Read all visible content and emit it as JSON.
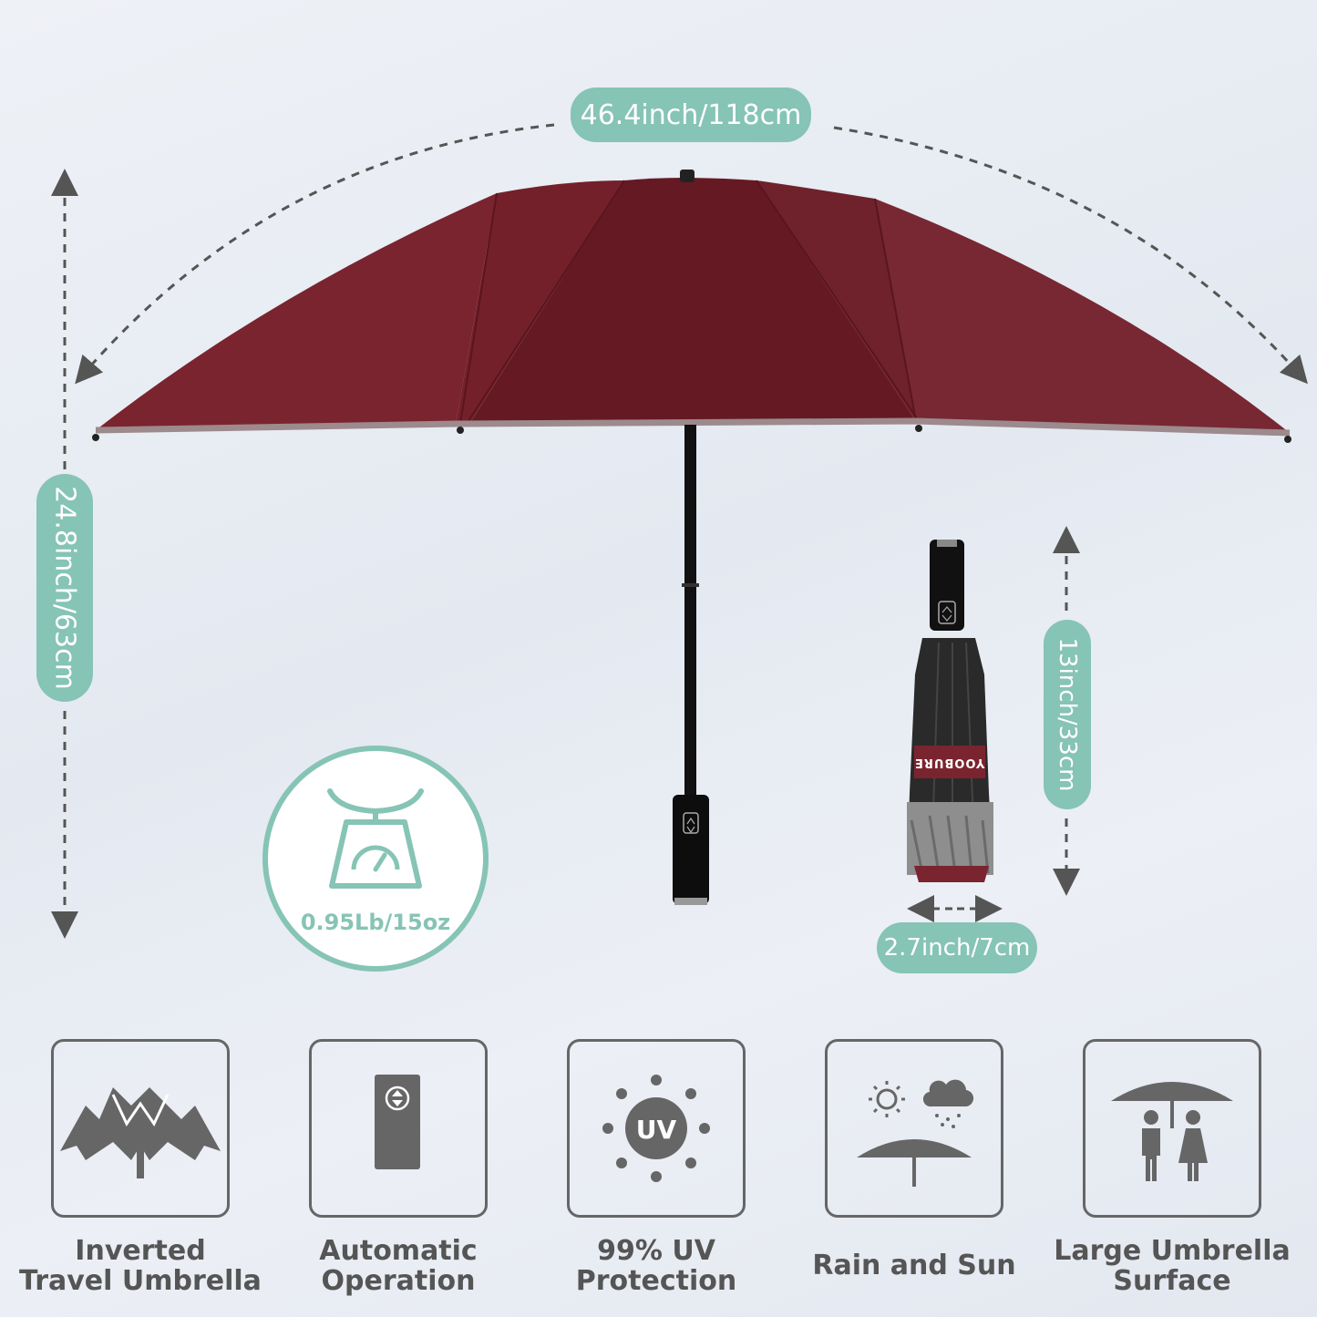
{
  "colors": {
    "accent": "#86c4b5",
    "canopy": "#6e1e28",
    "icon_gray": "#666666",
    "label_gray": "#555555"
  },
  "dimensions": {
    "width_label": "46.4inch/118cm",
    "height_label": "24.8inch/63cm",
    "folded_length_label": "13inch/33cm",
    "folded_diameter_label": "2.7inch/7cm",
    "weight_label": "0.95Lb/15oz"
  },
  "brand_band_text": "YOOBURE",
  "features": [
    {
      "icon": "inverted-umbrella-icon",
      "line1": "Inverted",
      "line2": "Travel Umbrella"
    },
    {
      "icon": "automatic-button-icon",
      "line1": "Automatic",
      "line2": "Operation"
    },
    {
      "icon": "uv-sun-icon",
      "line1": "99% UV",
      "line2": "Protection"
    },
    {
      "icon": "rain-sun-icon",
      "line1": "Rain and Sun",
      "line2": ""
    },
    {
      "icon": "large-surface-icon",
      "line1": "Large Umbrella",
      "line2": "Surface"
    }
  ]
}
